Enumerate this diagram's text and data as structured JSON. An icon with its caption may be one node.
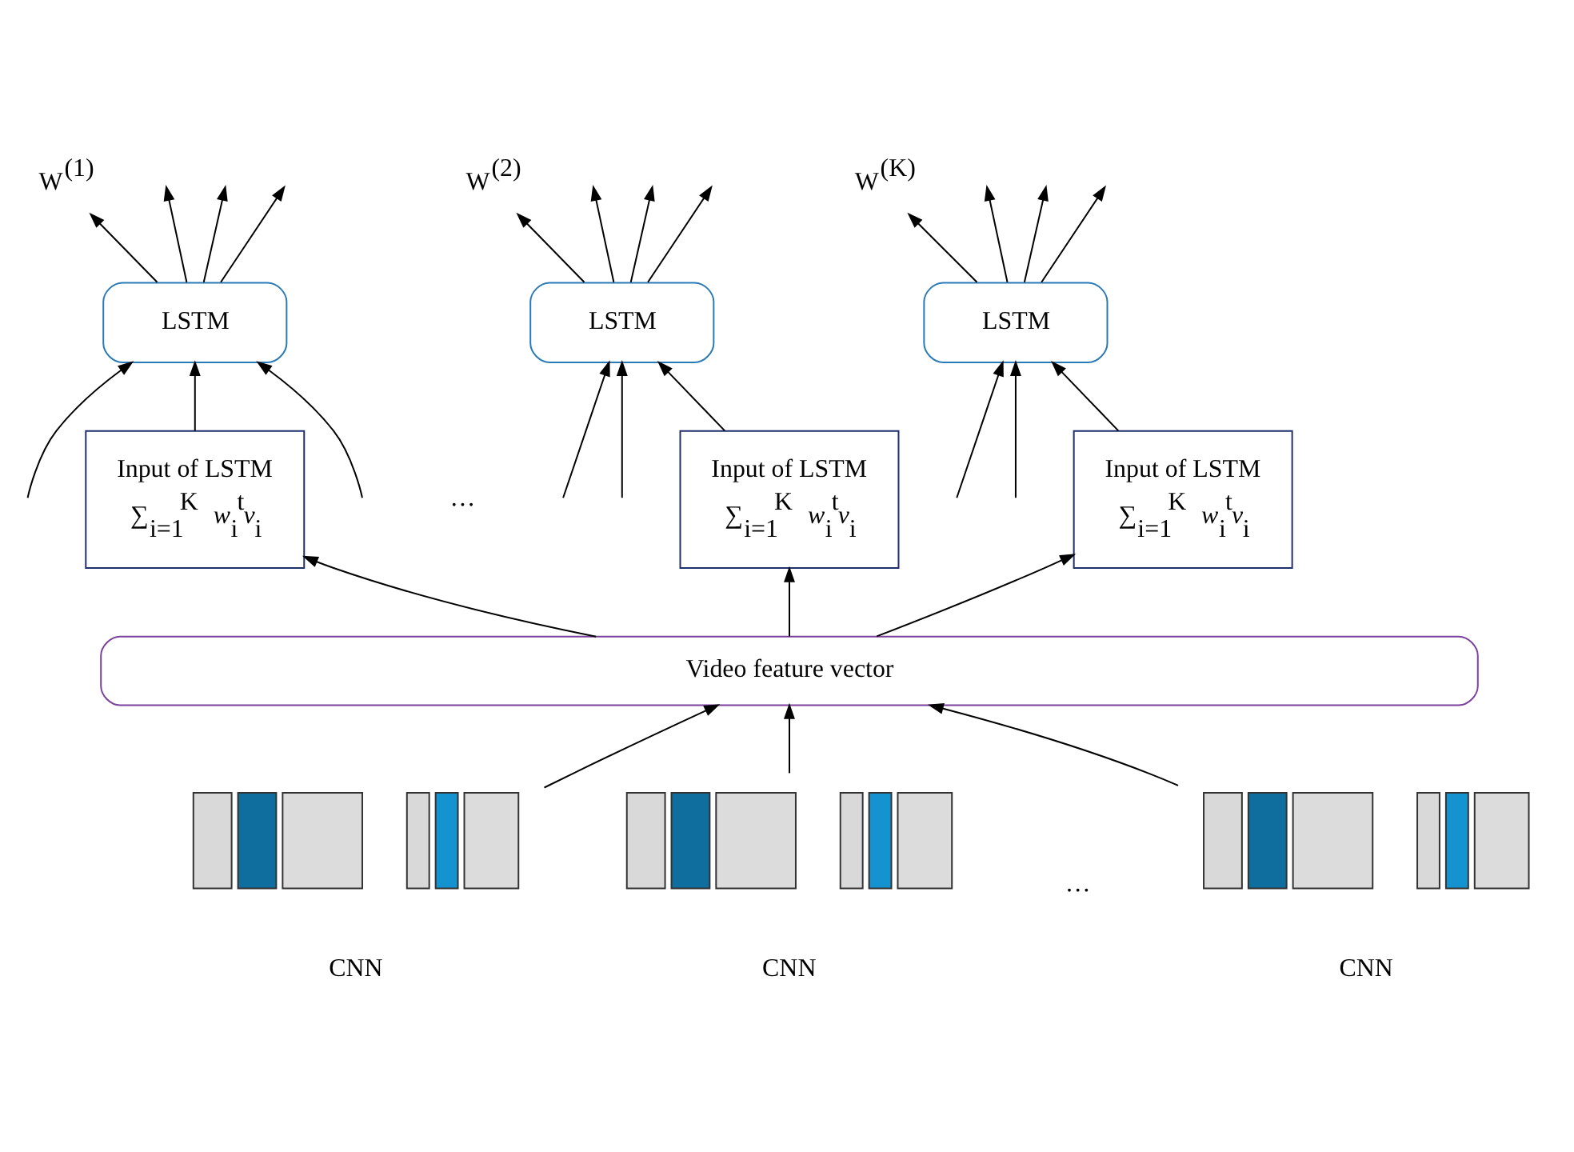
{
  "diagram": {
    "nodes": [
      {
        "text": [
          "W$^{(1)}$"
        ]
      },
      {
        "text": [
          "W$^{(2)}$"
        ]
      },
      {
        "text": [
          "W$^{(K)}$"
        ]
      },
      {
        "text": [
          "LSTM"
        ]
      },
      {
        "text": [
          "LSTM"
        ]
      },
      {
        "text": [
          "LSTM"
        ]
      },
      {
        "text": [
          "Input of LSTM",
          "∑$_{i=1}$$^{K}$ *w*$_{i}$$^{t}$*v*$_{i}$"
        ]
      },
      {
        "text": [
          "Input of LSTM",
          "∑$_{i=1}$$^{K}$ *w*$_{i}$$^{t}$*v*$_{i}$"
        ]
      },
      {
        "text": [
          "Input of LSTM",
          "∑$_{i=1}$$^{K}$ *w*$_{i}$$^{t}$*v*$_{i}$"
        ]
      },
      {
        "text": [
          "Video feature vector"
        ]
      },
      {
        "text": [
          "CNN"
        ]
      },
      {
        "text": [
          "CNN"
        ]
      },
      {
        "text": [
          "CNN"
        ]
      }
    ],
    "edges": [
      {
        "from": 10,
        "to": 9,
        "arrow": "to"
      },
      {
        "from": 11,
        "to": 9,
        "arrow": "to"
      },
      {
        "from": 12,
        "to": 9,
        "arrow": "to"
      },
      {
        "from": 9,
        "to": 6,
        "arrow": "to"
      },
      {
        "from": 9,
        "to": 7,
        "arrow": "to"
      },
      {
        "from": 9,
        "to": 8,
        "arrow": "to"
      },
      {
        "from": 6,
        "to": 3,
        "arrow": "to"
      },
      {
        "from": 7,
        "to": 4,
        "arrow": "to"
      },
      {
        "from": 8,
        "to": 5,
        "arrow": "to"
      },
      {
        "from": 3,
        "to": 0,
        "arrow": "to"
      },
      {
        "from": 4,
        "to": 1,
        "arrow": "to"
      },
      {
        "from": 5,
        "to": 2,
        "arrow": "to"
      },
      {
        "from": null,
        "to": 3,
        "arrow": "to"
      },
      {
        "from": null,
        "to": 3,
        "arrow": "to"
      },
      {
        "from": 3,
        "to": null,
        "arrow": "to"
      },
      {
        "from": 3,
        "to": null,
        "arrow": "to"
      },
      {
        "from": 3,
        "to": null,
        "arrow": "to"
      },
      {
        "from": null,
        "to": 4,
        "arrow": "to"
      },
      {
        "from": null,
        "to": 4,
        "arrow": "to"
      },
      {
        "from": 4,
        "to": null,
        "arrow": "to"
      },
      {
        "from": 4,
        "to": null,
        "arrow": "to"
      },
      {
        "from": 4,
        "to": null,
        "arrow": "to"
      },
      {
        "from": null,
        "to": 5,
        "arrow": "to"
      },
      {
        "from": null,
        "to": 5,
        "arrow": "to"
      },
      {
        "from": 5,
        "to": null,
        "arrow": "to"
      },
      {
        "from": 5,
        "to": null,
        "arrow": "to"
      },
      {
        "from": 5,
        "to": null,
        "arrow": "to"
      }
    ],
    "labels": [
      "…",
      "…"
    ]
  }
}
